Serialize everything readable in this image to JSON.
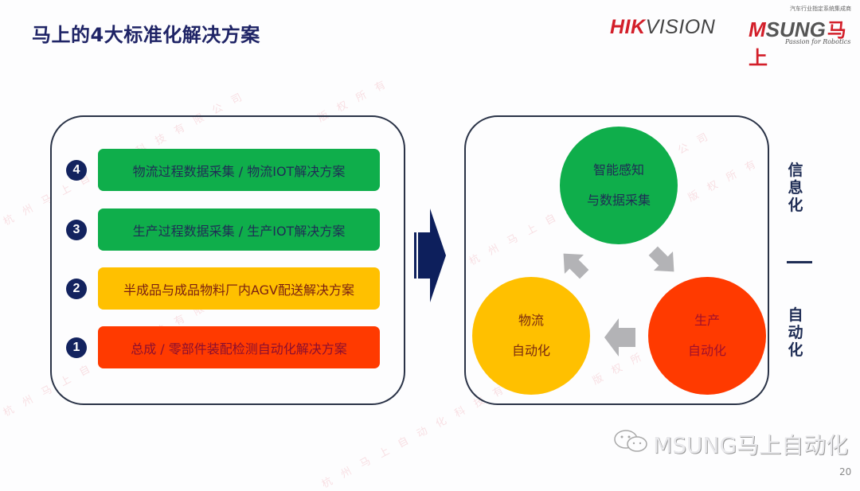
{
  "header": {
    "title": "马上的4大标准化解决方案",
    "logos": {
      "hikvision": {
        "part1": "HIK",
        "part2": "VISION"
      },
      "msung": {
        "latin_m": "M",
        "latin_rest": "SUNG",
        "chinese": "马上"
      },
      "tagline": "汽车行业指定系统集成商",
      "slogan": "Passion for Robotics"
    }
  },
  "left_panel": {
    "items": [
      {
        "number": "4",
        "label": "物流过程数据采集 / 物流IOT解决方案",
        "color": "#0fae4b"
      },
      {
        "number": "3",
        "label": "生产过程数据采集 / 生产IOT解决方案",
        "color": "#0fae4b"
      },
      {
        "number": "2",
        "label": "半成品与成品物料厂内AGV配送解决方案",
        "color": "#ffc000"
      },
      {
        "number": "1",
        "label": "总成 / 零部件装配检测自动化解决方案",
        "color": "#ff3a00"
      }
    ]
  },
  "arrow": {
    "icon": "right-arrow-icon",
    "color": "#0d1f5c"
  },
  "right_panel": {
    "circles": [
      {
        "line1": "智能感知",
        "line2": "与数据采集",
        "color": "#0fae4b"
      },
      {
        "line1": "物流",
        "line2": "自动化",
        "color": "#ffc000"
      },
      {
        "line1": "生产",
        "line2": "自动化",
        "color": "#ff3a00"
      }
    ],
    "cycle_arrow_color": "#b3b3b6"
  },
  "side_labels": {
    "top": [
      "信",
      "息",
      "化"
    ],
    "bottom": [
      "自",
      "动",
      "化"
    ]
  },
  "footer": {
    "wechat_account": "MSUNG马上自动化",
    "page_number": "20"
  },
  "watermarks": {
    "company": "杭州马上自动化科技有限公司",
    "rights": "版权所有"
  }
}
